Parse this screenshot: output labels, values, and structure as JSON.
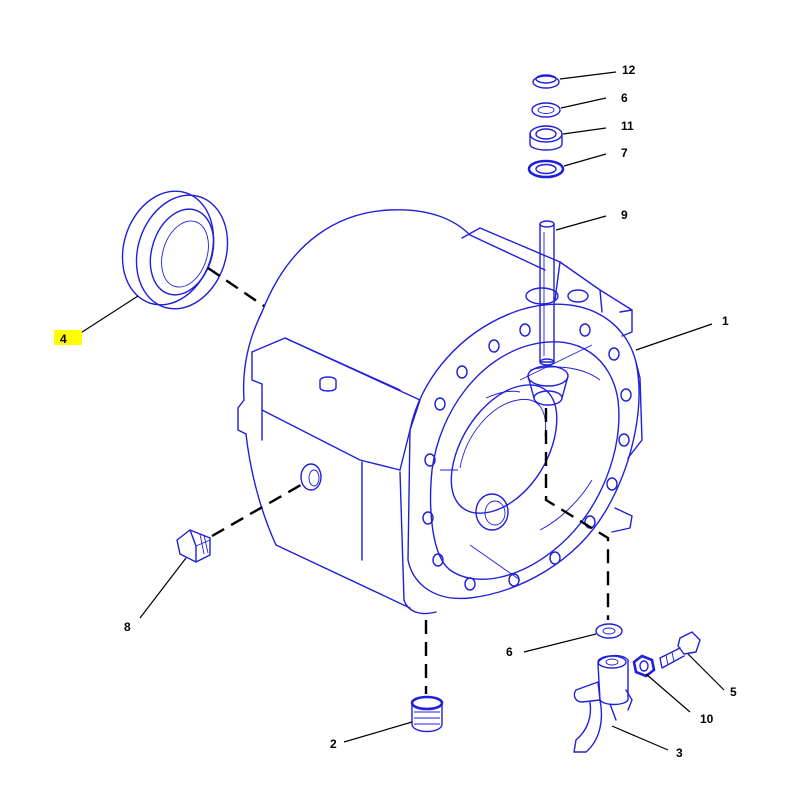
{
  "colors": {
    "part_stroke": "#2020d8",
    "leader_line": "#000000",
    "highlight": "#ffff00",
    "background": "#ffffff"
  },
  "highlighted_callout": "4",
  "callouts": {
    "c1": "1",
    "c2": "2",
    "c3": "3",
    "c4": "4",
    "c5": "5",
    "c6a": "6",
    "c6b": "6",
    "c7": "7",
    "c8": "8",
    "c9": "9",
    "c10": "10",
    "c11": "11",
    "c12": "12"
  }
}
